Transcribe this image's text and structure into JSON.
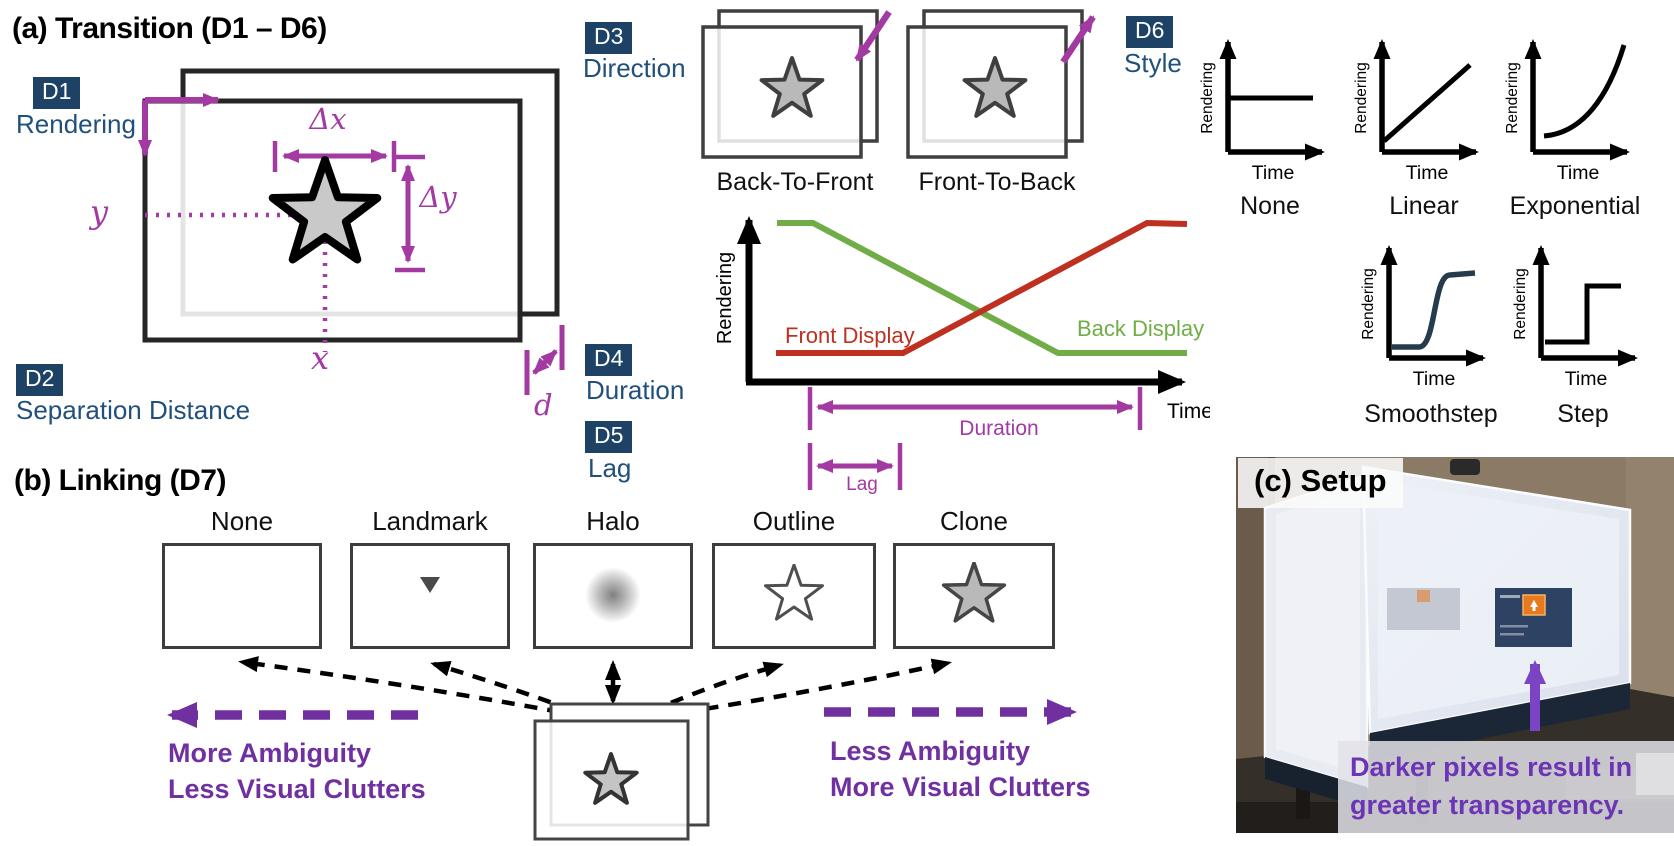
{
  "colors": {
    "badge_navy": "#1d4266",
    "label_navy": "#21507c",
    "magenta_accent": "#a23aa2",
    "purple_accent": "#7030a0",
    "photo_purple": "#7b44c5",
    "front_display_red": "#be3120",
    "back_display_green": "#70ad47",
    "smoothstep_navy": "#263c4d"
  },
  "section_a": {
    "title": "(a) Transition (D1 – D6)",
    "d1_badge": "D1",
    "d1_label": "Rendering",
    "d2_badge": "D2",
    "d2_label": "Separation Distance",
    "d3_badge": "D3",
    "d3_label": "Direction",
    "d3_modes": [
      "Back-To-Front",
      "Front-To-Back"
    ],
    "d4_badge": "D4",
    "d4_label": "Duration",
    "d5_badge": "D5",
    "d5_label": "Lag",
    "d6_badge": "D6",
    "d6_label": "Style",
    "math": {
      "dx": "Δx",
      "dy": "Δy",
      "x": "x",
      "y": "y",
      "d": "d"
    }
  },
  "transition_chart": {
    "ylabel": "Rendering",
    "xlabel": "Time",
    "front_series": "Front Display",
    "back_series": "Back Display",
    "duration_label": "Duration",
    "lag_label": "Lag"
  },
  "style_charts": {
    "ylabel": "Rendering",
    "xlabel": "Time",
    "names": [
      "None",
      "Linear",
      "Exponential",
      "Smoothstep",
      "Step"
    ]
  },
  "section_b": {
    "title": "(b) Linking (D7)",
    "options": [
      "None",
      "Landmark",
      "Halo",
      "Outline",
      "Clone"
    ],
    "left_note": {
      "line1": "More Ambiguity",
      "line2": "Less Visual Clutters"
    },
    "right_note": {
      "line1": "Less Ambiguity",
      "line2": "More Visual Clutters"
    }
  },
  "section_c": {
    "title": "(c) Setup",
    "caption": "Darker pixels result in greater transparency."
  },
  "chart_data": [
    {
      "type": "line",
      "title": "D4 Duration / D5 Lag rendering over time",
      "xlabel": "Time",
      "ylabel": "Rendering",
      "grid": false,
      "series": [
        {
          "name": "Front Display",
          "color": "#be3120",
          "points": [
            [
              0.0,
              0.08
            ],
            [
              0.31,
              0.08
            ],
            [
              0.9,
              0.97
            ],
            [
              1.0,
              0.97
            ]
          ]
        },
        {
          "name": "Back Display",
          "color": "#70ad47",
          "points": [
            [
              0.0,
              0.97
            ],
            [
              0.09,
              0.97
            ],
            [
              0.69,
              0.08
            ],
            [
              1.0,
              0.08
            ]
          ]
        }
      ],
      "annotations": [
        "Duration",
        "Lag"
      ]
    },
    {
      "type": "line",
      "title": "D6 style easing curves (Rendering vs Time)",
      "xlabel": "Time",
      "ylabel": "Rendering",
      "series": [
        {
          "name": "None",
          "shape": "constant mid level"
        },
        {
          "name": "Linear",
          "shape": "linear ramp low to high"
        },
        {
          "name": "Exponential",
          "shape": "exponential ramp low to high"
        },
        {
          "name": "Smoothstep",
          "shape": "sigmoid low to high"
        },
        {
          "name": "Step",
          "shape": "step low to high at midpoint"
        }
      ]
    }
  ]
}
